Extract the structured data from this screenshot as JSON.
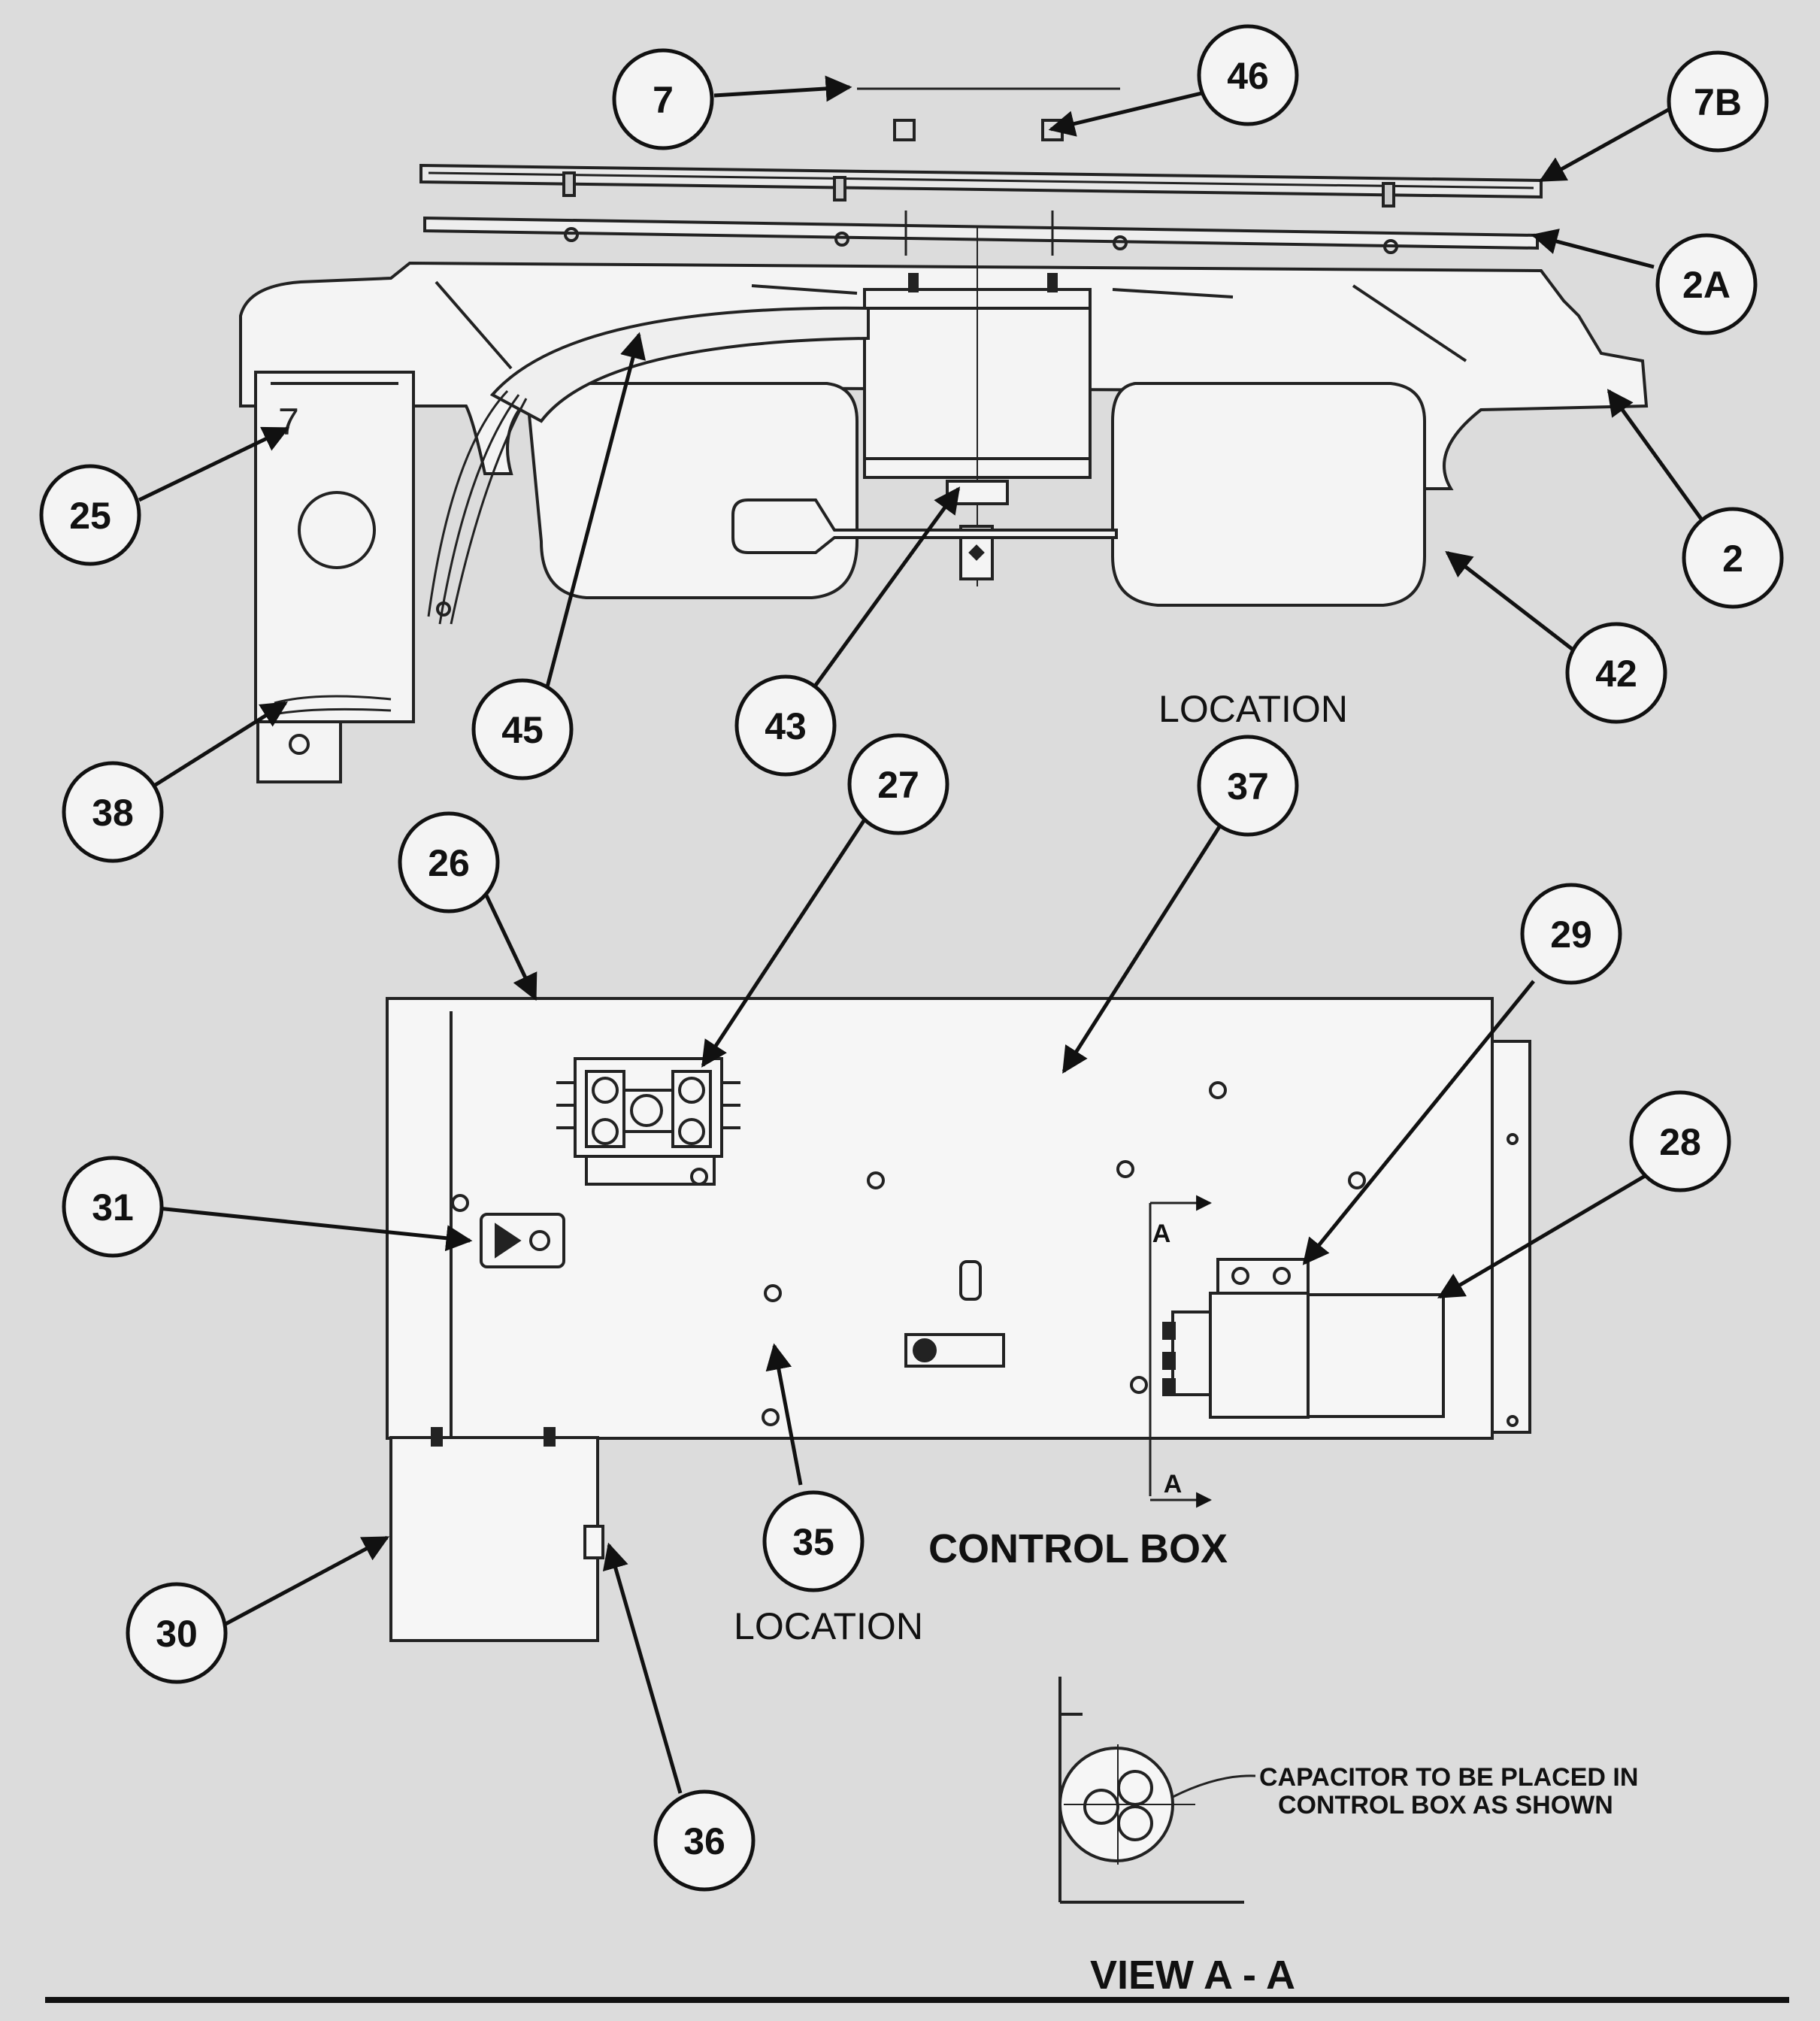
{
  "callouts": {
    "c7": "7",
    "c46": "46",
    "c7b": "7B",
    "c2a": "2A",
    "c2": "2",
    "c25": "25",
    "c45": "45",
    "c43": "43",
    "c42": "42",
    "c38": "38",
    "c27": "27",
    "c37": "37",
    "c26": "26",
    "c29": "29",
    "c28": "28",
    "c31": "31",
    "c35": "35",
    "c30": "30",
    "c36": "36"
  },
  "labels": {
    "location_top": "LOCATION",
    "location_bottom": "LOCATION",
    "control_box": "CONTROL BOX",
    "view_aa": "VIEW A - A",
    "section_a": "A",
    "capacitor_note_line1": "CAPACITOR TO BE PLACED IN",
    "capacitor_note_line2": "CONTROL BOX AS SHOWN",
    "handwritten_mark": "7"
  }
}
